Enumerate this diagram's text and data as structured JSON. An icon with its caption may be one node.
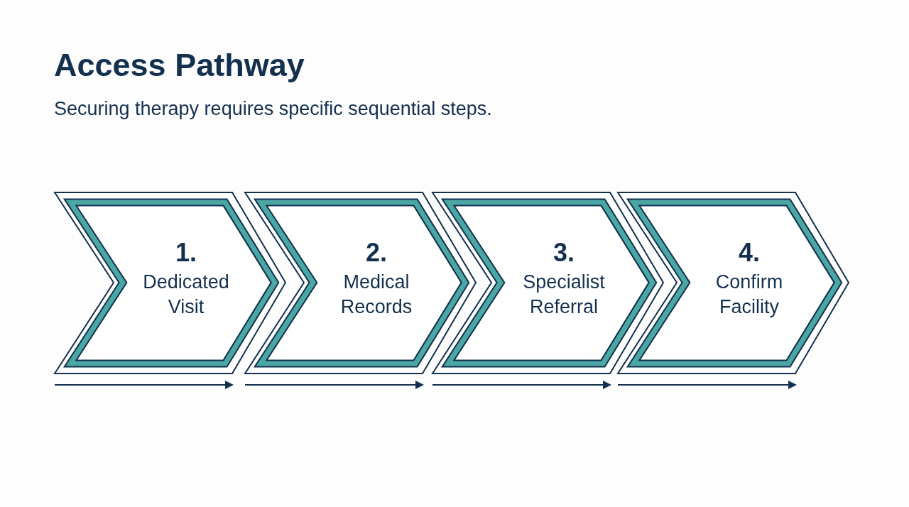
{
  "diagram": {
    "title": "Access Pathway",
    "nodes": [
      {
        "text": [
          "1.",
          "Dedicated Visit"
        ]
      },
      {
        "text": [
          "2.",
          "Medical Records"
        ]
      },
      {
        "text": [
          "3.",
          "Specialist Referral"
        ]
      },
      {
        "text": [
          "4.",
          "Confirm Facility"
        ]
      }
    ],
    "labels": [
      "Securing therapy requires specific sequential steps."
    ]
  }
}
